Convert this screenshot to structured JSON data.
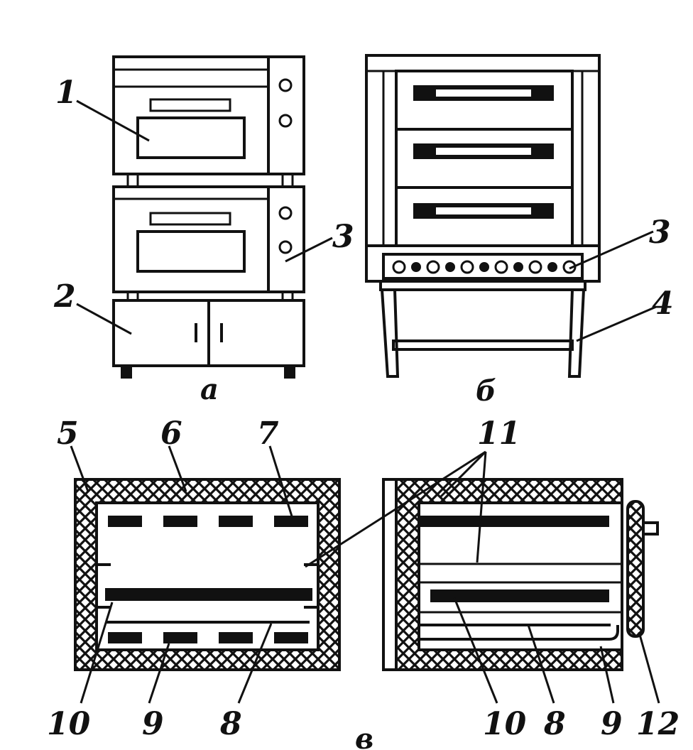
{
  "figure": {
    "subfigure_a_caption": "а",
    "subfigure_b_caption": "б",
    "subfigure_c_caption": "в"
  },
  "labels": {
    "a": {
      "l1": "1",
      "l2": "2",
      "l3": "3"
    },
    "b": {
      "l3": "3",
      "l4": "4"
    },
    "c_left": {
      "l5": "5",
      "l6": "6",
      "l7": "7",
      "l8": "8",
      "l9": "9",
      "l10": "10"
    },
    "c_right": {
      "l11": "11",
      "l10": "10",
      "l8": "8",
      "l9": "9",
      "l12": "12"
    }
  },
  "colors": {
    "ink": "#111111",
    "paper": "#ffffff"
  }
}
